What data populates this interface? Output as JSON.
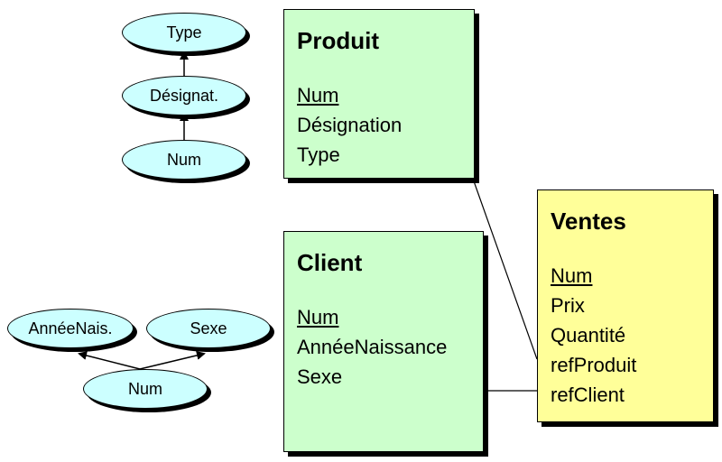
{
  "entities": {
    "produit": {
      "title": "Produit",
      "attributes": [
        "Num",
        "Désignation",
        "Type"
      ],
      "key_attribute": "Num"
    },
    "client": {
      "title": "Client",
      "attributes": [
        "Num",
        "AnnéeNaissance",
        "Sexe"
      ],
      "key_attribute": "Num"
    },
    "ventes": {
      "title": "Ventes",
      "attributes": [
        "Num",
        "Prix",
        "Quantité",
        "refProduit",
        "refClient"
      ],
      "key_attribute": "Num"
    }
  },
  "dependency_graphs": {
    "produit": {
      "nodes": [
        "Type",
        "Désignat.",
        "Num"
      ],
      "edges": [
        [
          "Num",
          "Désignat."
        ],
        [
          "Désignat.",
          "Type"
        ]
      ]
    },
    "client": {
      "nodes": [
        "AnnéeNais.",
        "Sexe",
        "Num"
      ],
      "edges": [
        [
          "Num",
          "AnnéeNais."
        ],
        [
          "Num",
          "Sexe"
        ]
      ]
    }
  },
  "colors": {
    "entity_fill": "#ccffcc",
    "association_fill": "#ffff99",
    "ellipse_fill": "#ccffff",
    "outline": "#000000"
  }
}
